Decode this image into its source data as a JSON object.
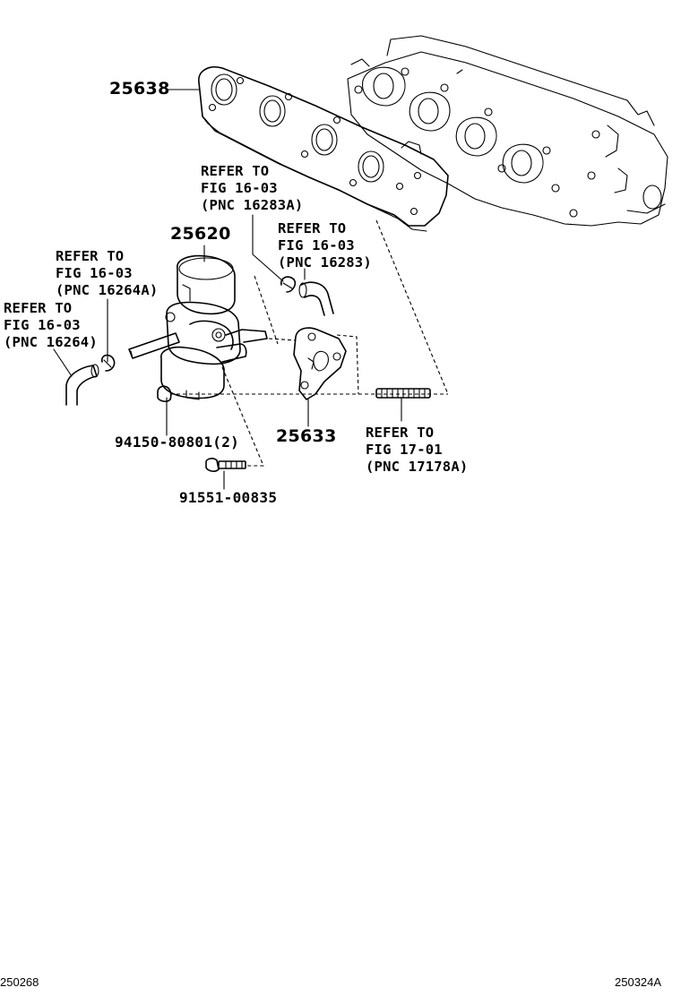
{
  "diagram": {
    "part_numbers": {
      "intake_gasket": "25638",
      "egr_valve": "25620",
      "egr_gasket": "25633",
      "nut": "94150-80801(2)",
      "bolt": "91551-00835"
    },
    "references": [
      {
        "line1": "REFER TO",
        "line2": "FIG 16-03",
        "line3": "(PNC 16283A)"
      },
      {
        "line1": "REFER TO",
        "line2": "FIG 16-03",
        "line3": "(PNC 16283)"
      },
      {
        "line1": "REFER TO",
        "line2": "FIG 16-03",
        "line3": "(PNC 16264A)"
      },
      {
        "line1": "REFER TO",
        "line2": "FIG 16-03",
        "line3": "(PNC 16264)"
      },
      {
        "line1": "REFER TO",
        "line2": "FIG 17-01",
        "line3": "(PNC 17178A)"
      }
    ]
  },
  "footer": {
    "left_code": "250268",
    "right_code": "250324A"
  }
}
